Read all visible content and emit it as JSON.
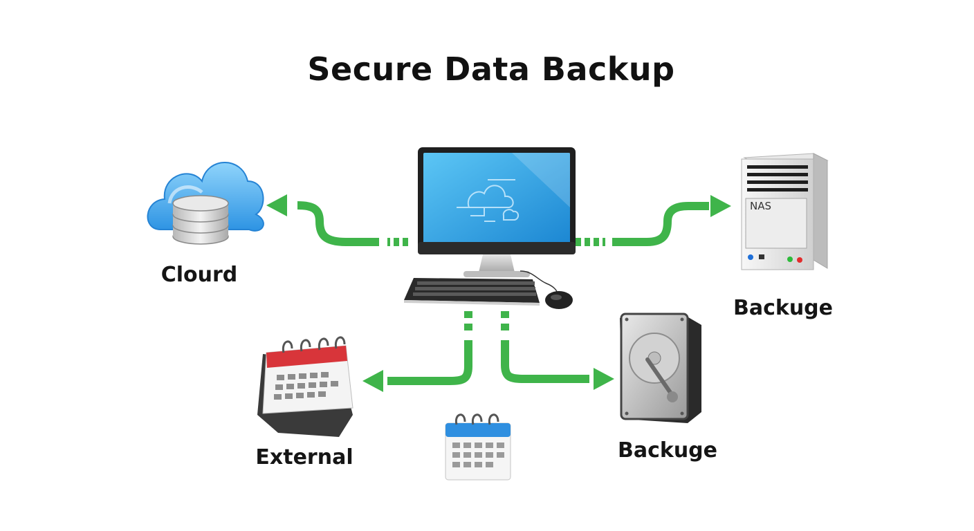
{
  "diagram": {
    "title": "Secure Data Backup",
    "nodes": {
      "cloud": {
        "label": "Clourd",
        "icon": "cloud-database-icon"
      },
      "nas": {
        "label": "Backuge",
        "icon": "nas-server-icon",
        "device_text": "NAS"
      },
      "external": {
        "label": "External",
        "icon": "calendar-icon"
      },
      "hdd": {
        "label": "Backuge",
        "icon": "hard-drive-icon"
      },
      "schedule": {
        "icon": "calendar-icon"
      },
      "computer": {
        "icon": "desktop-computer-icon"
      }
    },
    "edges": [
      {
        "from": "computer",
        "to": "cloud"
      },
      {
        "from": "computer",
        "to": "nas"
      },
      {
        "from": "computer",
        "to": "external"
      },
      {
        "from": "computer",
        "to": "hdd"
      }
    ],
    "colors": {
      "connector": "#3fb44a",
      "cloud": "#3aa7ee",
      "screen": "#2aa3e6",
      "calendar_red": "#d8353a",
      "calendar_blue": "#2f8fe0",
      "nas_led_blue": "#1e6fd8",
      "nas_led_green": "#2dbb3a",
      "nas_led_red": "#e22c2c"
    }
  }
}
